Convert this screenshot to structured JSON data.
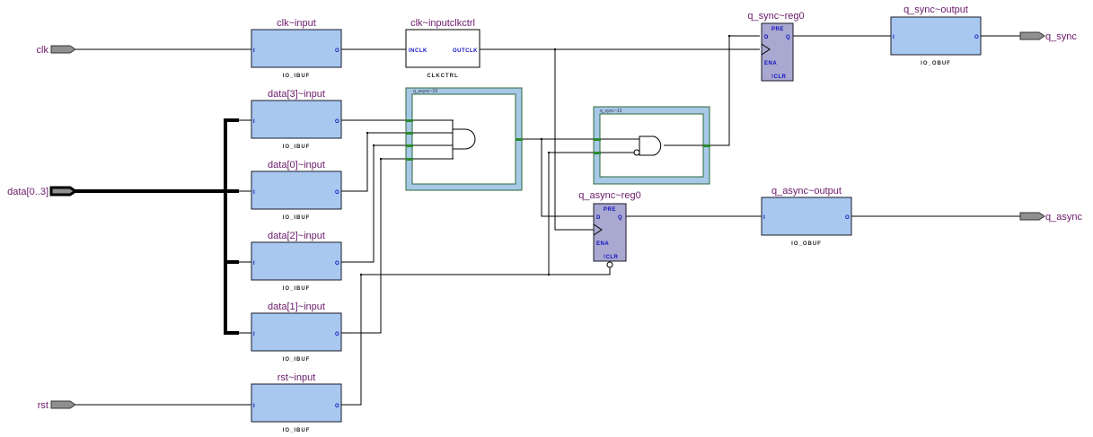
{
  "ports": {
    "inputs": [
      {
        "name": "clk"
      },
      {
        "name": "data[0..3]"
      },
      {
        "name": "rst"
      }
    ],
    "outputs": [
      {
        "name": "q_sync"
      },
      {
        "name": "q_async"
      }
    ]
  },
  "instances": {
    "clk_input": {
      "name": "clk~input",
      "type": "IO_IBUF",
      "pin_in": "I",
      "pin_out": "O"
    },
    "data3_input": {
      "name": "data[3]~input",
      "type": "IO_IBUF",
      "pin_in": "I",
      "pin_out": "O"
    },
    "data0_input": {
      "name": "data[0]~input",
      "type": "IO_IBUF",
      "pin_in": "I",
      "pin_out": "O"
    },
    "data2_input": {
      "name": "data[2]~input",
      "type": "IO_IBUF",
      "pin_in": "I",
      "pin_out": "O"
    },
    "data1_input": {
      "name": "data[1]~input",
      "type": "IO_IBUF",
      "pin_in": "I",
      "pin_out": "O"
    },
    "rst_input": {
      "name": "rst~input",
      "type": "IO_IBUF",
      "pin_in": "I",
      "pin_out": "O"
    },
    "clkctrl": {
      "name": "clk~inputclkctrl",
      "type": "CLKCTRL",
      "pin_in": "INCLK",
      "pin_out": "OUTCLK"
    },
    "q_async_29": {
      "name": "q_async~29"
    },
    "q_sync_13": {
      "name": "q_sync~13"
    },
    "q_sync_reg": {
      "name": "q_sync~reg0",
      "pins": {
        "pre": "PRE",
        "d": "D",
        "q": "Q",
        "ena": "ENA",
        "clr": "!CLR"
      }
    },
    "q_async_reg": {
      "name": "q_async~reg0",
      "pins": {
        "pre": "PRE",
        "d": "D",
        "q": "Q",
        "ena": "ENA",
        "clr": "!CLR"
      }
    },
    "q_sync_output": {
      "name": "q_sync~output",
      "type": "IO_OBUF",
      "pin_in": "I",
      "pin_out": "O"
    },
    "q_async_output": {
      "name": "q_async~output",
      "type": "IO_OBUF",
      "pin_in": "I",
      "pin_out": "O"
    }
  }
}
